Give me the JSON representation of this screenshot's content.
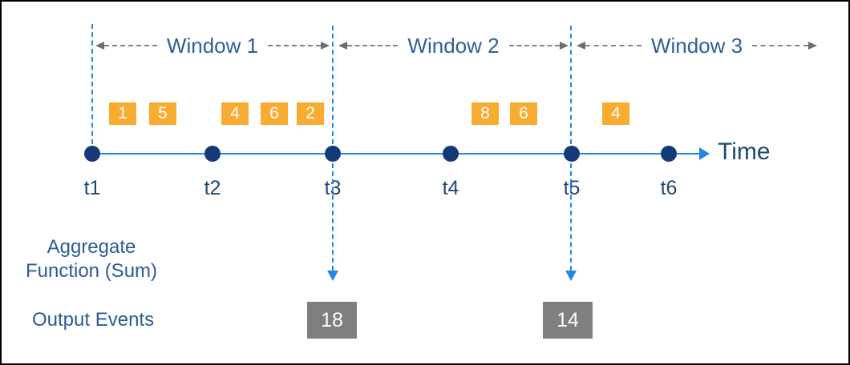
{
  "windows": [
    {
      "label": "Window 1"
    },
    {
      "label": "Window 2"
    },
    {
      "label": "Window 3"
    }
  ],
  "timeline": {
    "label": "Time",
    "ticks": [
      {
        "label": "t1"
      },
      {
        "label": "t2"
      },
      {
        "label": "t3"
      },
      {
        "label": "t4"
      },
      {
        "label": "t5"
      },
      {
        "label": "t6"
      }
    ]
  },
  "events": [
    {
      "value": "1",
      "window": "Window 1"
    },
    {
      "value": "5",
      "window": "Window 1"
    },
    {
      "value": "4",
      "window": "Window 1"
    },
    {
      "value": "6",
      "window": "Window 1"
    },
    {
      "value": "2",
      "window": "Window 1"
    },
    {
      "value": "8",
      "window": "Window 2"
    },
    {
      "value": "6",
      "window": "Window 2"
    },
    {
      "value": "4",
      "window": "Window 3"
    }
  ],
  "labels": {
    "aggregate_line1": "Aggregate",
    "aggregate_line2": "Function (Sum)",
    "output_events": "Output Events"
  },
  "outputs": [
    {
      "value": "18",
      "at_tick": "t3"
    },
    {
      "value": "14",
      "at_tick": "t5"
    }
  ],
  "colors": {
    "timeline_blue": "#2287E8",
    "dot_navy": "#143B78",
    "event_orange": "#F8AC32",
    "output_gray": "#7F7F7F",
    "window_label_blue": "#2D6099",
    "caption_blue": "#2A5C96",
    "time_text_navy": "#1F4872",
    "dash_gray": "#858585",
    "border_black": "#000000"
  }
}
